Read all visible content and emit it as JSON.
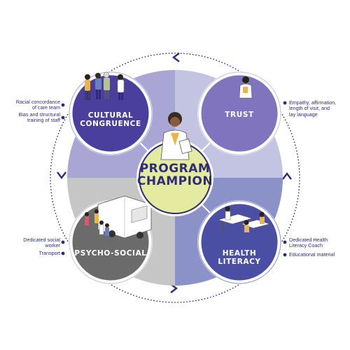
{
  "center": {
    "line1": "PROGRAM",
    "line2": "CHAMPION"
  },
  "nodes": {
    "cultural": {
      "line1": "CULTURAL",
      "line2": "CONGRUENCE"
    },
    "trust": {
      "line1": "TRUST"
    },
    "psycho": {
      "line1": "PSYCHO-SOCIAL"
    },
    "health": {
      "line1": "HEALTH",
      "line2": "LITERACY"
    }
  },
  "labels": {
    "cultural": {
      "item1_line1": "Racial concordance",
      "item1_line2": "of care team",
      "item2_line1": "Bias and structural",
      "item2_line2": "training of staff"
    },
    "trust": {
      "item1_line1": "Empathy, affirmation,",
      "item1_line2": "length of visit, and",
      "item1_line3": "lay language"
    },
    "psycho": {
      "item1_line1": "Dedicated social",
      "item1_line2": "worker",
      "item2_line1": "Transport"
    },
    "health": {
      "item1_line1": "Dedicated Health",
      "item1_line2": "Literacy Coach",
      "item2_line1": "Educational material"
    }
  },
  "colors": {
    "navy": "#2f2a7a",
    "quad_top_left": "#a9a6d6",
    "quad_top_right": "#c3c3e2",
    "quad_bottom_left": "#c6c6c6",
    "quad_bottom_right": "#8a92c8",
    "center_fill": "#e4eba0",
    "node_cultural": "#4a3f9c",
    "node_trust": "#7f74bd",
    "node_psycho": "#6b6b6b",
    "node_health": "#4b4fa3"
  }
}
